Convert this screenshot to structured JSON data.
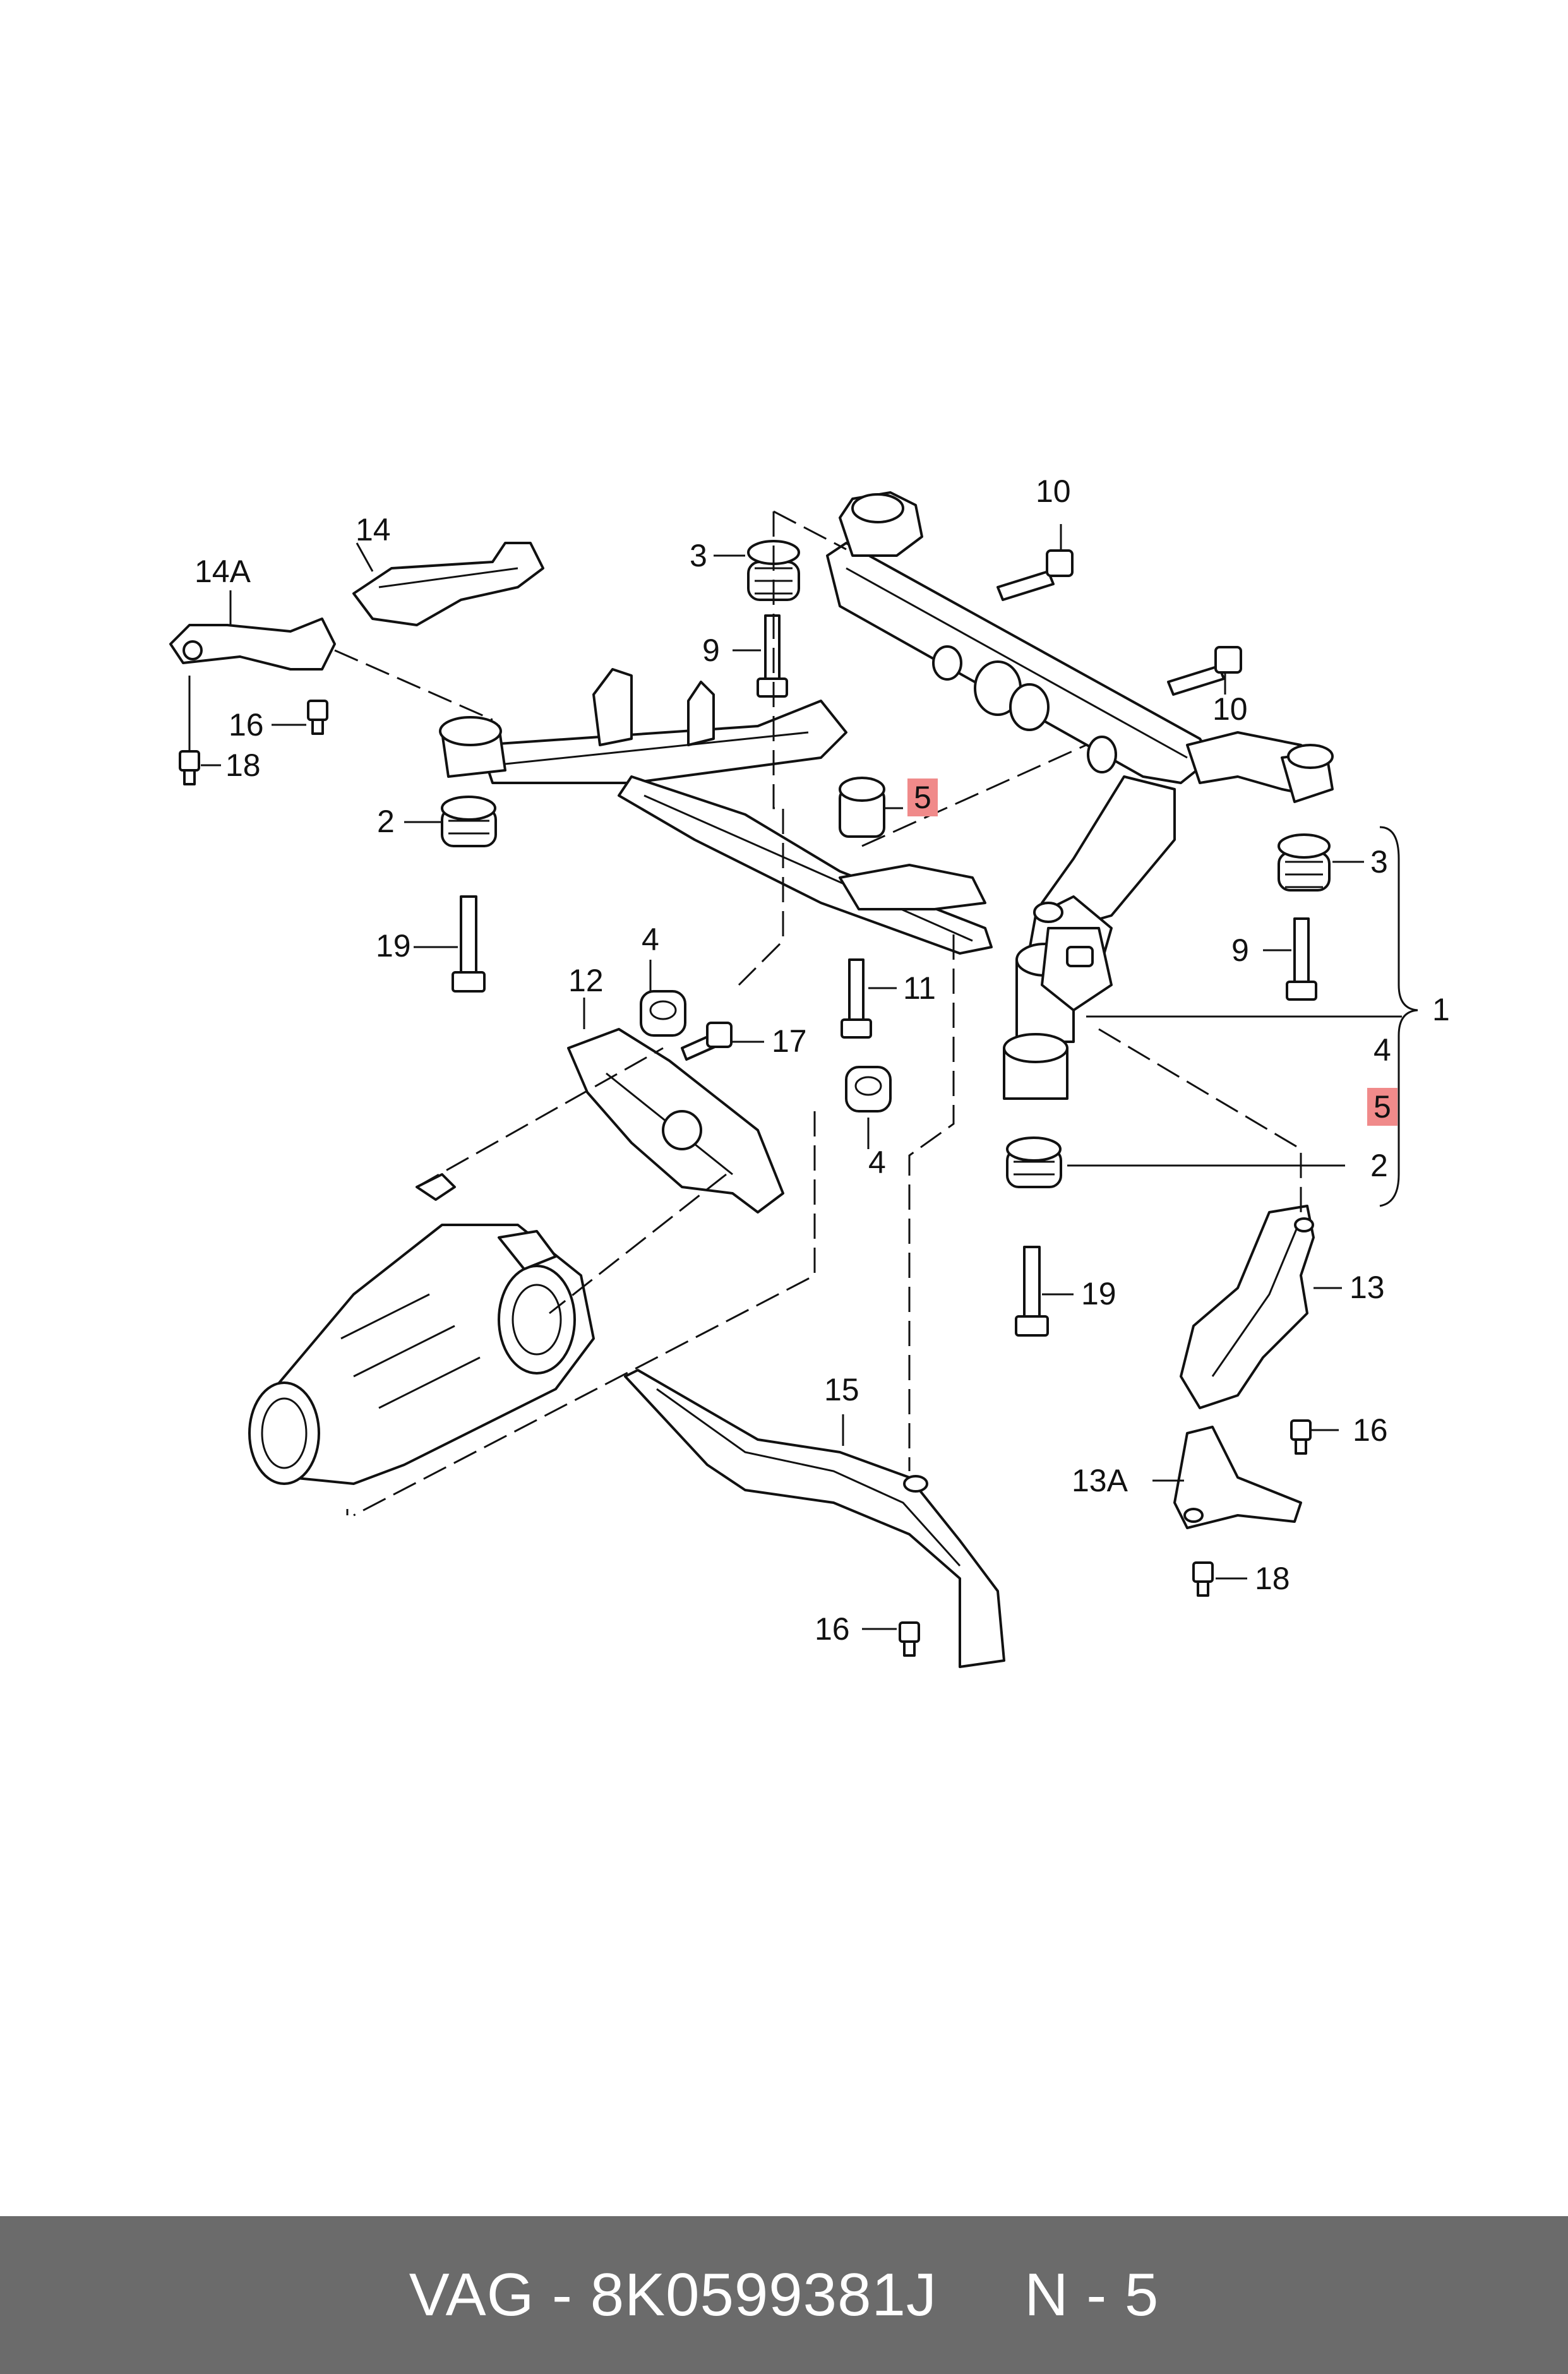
{
  "diagram": {
    "labels": {
      "l1": "1",
      "l2_left": "2",
      "l2_right": "2",
      "l3_left": "3",
      "l3_right": "3",
      "l4_top": "4",
      "l4_bottom": "4",
      "l4_bracket": "4",
      "l5_top": "5",
      "l5_bracket": "5",
      "l9_left": "9",
      "l9_right": "9",
      "l10_top": "10",
      "l10_mid": "10",
      "l11": "11",
      "l12": "12",
      "l13": "13",
      "l13a": "13A",
      "l14": "14",
      "l14a": "14A",
      "l15": "15",
      "l16_left": "16",
      "l16_right": "16",
      "l16_bottom": "16",
      "l17": "17",
      "l18_left": "18",
      "l18_right": "18",
      "l19_left": "19",
      "l19_right": "19"
    },
    "highlight_color": "#f08a8a",
    "line_color": "#111111"
  },
  "footer": {
    "text": "VAG - 8K0599381J     N - 5",
    "background": "#6b6b6b",
    "text_color": "#ffffff"
  }
}
